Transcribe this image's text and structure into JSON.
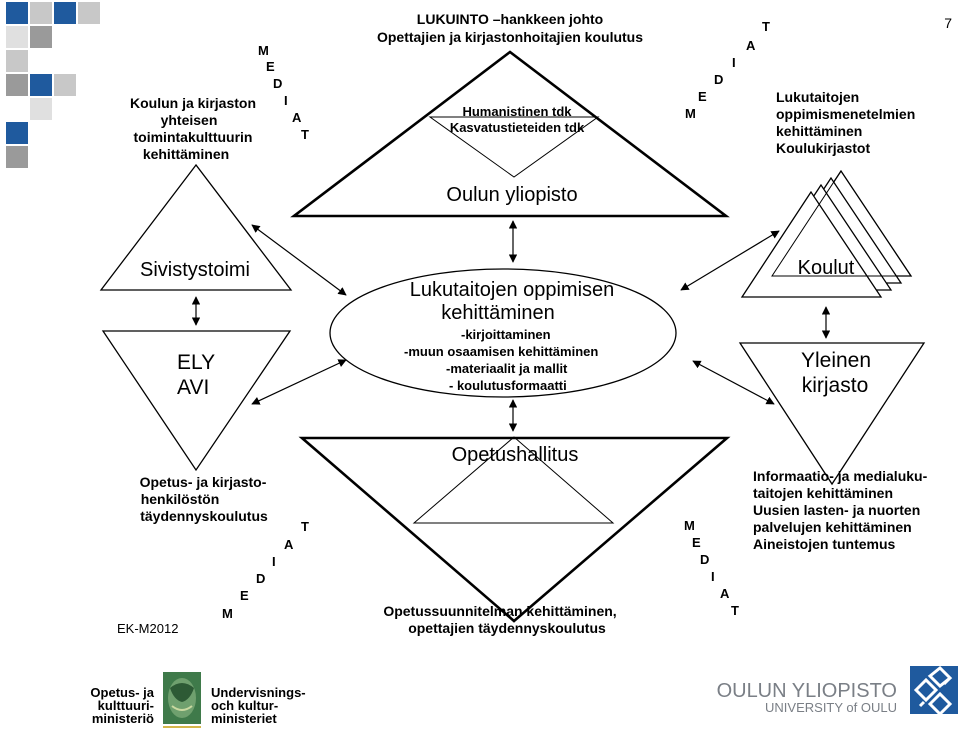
{
  "page_number": "7",
  "top": {
    "title_line1": "LUKUINTO –hankkeen johto",
    "title_line2": "Opettajien ja kirjastonhoitajien koulutus",
    "inner_line1": "Humanistinen tdk",
    "inner_line2": "Kasvatustieteiden tdk",
    "base_label": "Oulun yliopisto"
  },
  "center": {
    "line1": "Lukutaitojen oppimisen",
    "line2": "kehittäminen",
    "bullets": [
      "-kirjoittaminen",
      "-muun osaamisen kehittäminen",
      "-materiaalit ja mallit",
      "- koulutusformaatti"
    ]
  },
  "bottom": {
    "label": "Opetushallitus",
    "caption_line1": "Opetussuunnitelman kehittäminen,",
    "caption_line2": "opettajien täydennyskoulutus"
  },
  "left": {
    "caption_top": [
      "Koulun ja kirjaston",
      "yhteisen",
      "toimintakulttuurin",
      "kehittäminen"
    ],
    "triangle_up_label": "Sivistystoimi",
    "triangle_down_line1": "ELY",
    "triangle_down_line2": "AVI",
    "caption_bottom": [
      "Opetus- ja kirjasto-",
      "henkilöstön",
      "täydennyskoulutus"
    ]
  },
  "right": {
    "caption_top": [
      "Lukutaitojen",
      "oppimismenetelmien",
      "kehittäminen",
      "Koulukirjastot"
    ],
    "triangle_up_label": "Koulut",
    "triangle_down_line1": "Yleinen",
    "triangle_down_line2": "kirjasto",
    "caption_bottom": [
      "Informaatio- ja medialuku-",
      "taitojen kehittäminen",
      "Uusien lasten- ja nuorten",
      "palvelujen kehittäminen",
      "Aineistojen tuntemus"
    ]
  },
  "mediat_letters": [
    "M",
    "E",
    "D",
    "I",
    "A",
    "T"
  ],
  "footer": {
    "credit": "EK-M2012",
    "ministry_fi": [
      "Opetus- ja",
      "kulttuuri-",
      "ministeriö"
    ],
    "ministry_sv": [
      "Undervisnings-",
      "och kultur-",
      "ministeriet"
    ],
    "uni_name": "OULUN YLIOPISTO",
    "uni_sub": "UNIVERSITY of OULU"
  },
  "colors": {
    "accent_blue": "#1f5a9e",
    "accent_grey": "#9a9a9a",
    "light_grey": "#c8c8c8",
    "logo_grey": "#7a7f86",
    "emblem_green": "#3f7a4a"
  }
}
